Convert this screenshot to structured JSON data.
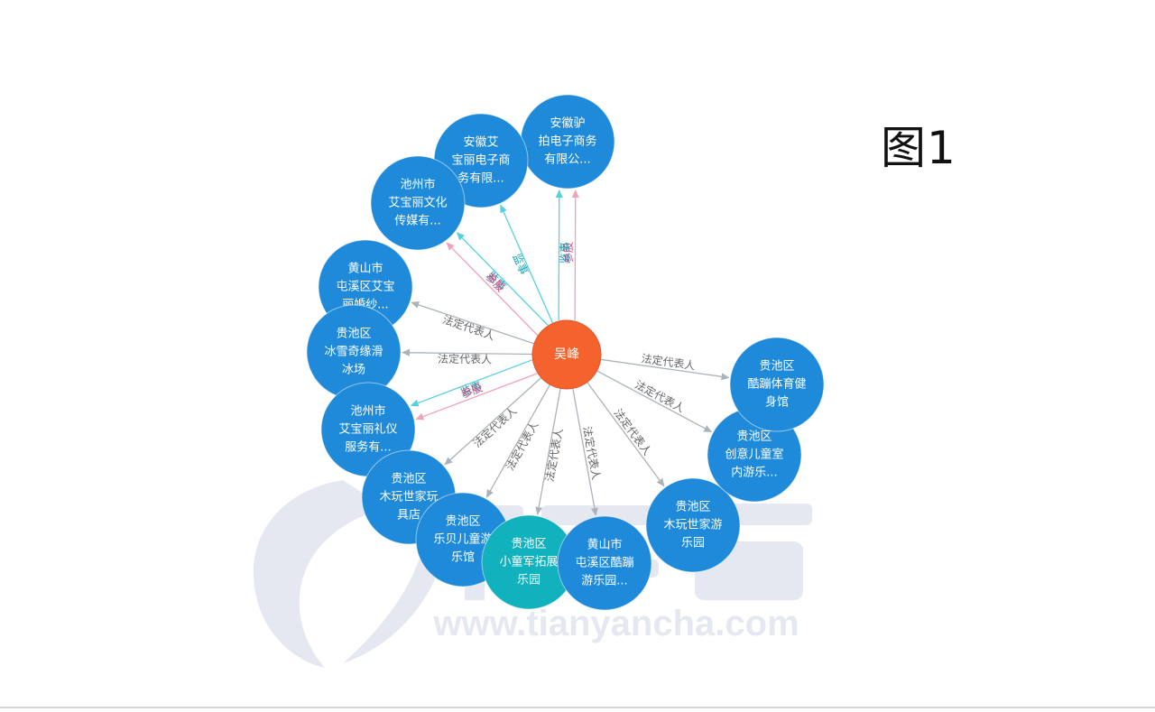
{
  "figure_label": "图1",
  "watermark": {
    "url": "www.tianyancha.com",
    "color": "#e6e8f1"
  },
  "colors": {
    "center": "#f4622d",
    "company": "#1e8ad9",
    "company_alt": "#12b1be",
    "line_legal": "#aab3ba",
    "line_supervisor": "#55d1e0",
    "line_shareholder": "#f0a3b6",
    "label_legal": "#666666",
    "label_supervisor": "#1ca6b8",
    "label_shareholder": "#d8487a"
  },
  "center": {
    "name": "吴峰"
  },
  "nodes": [
    {
      "id": "n1",
      "lines": [
        "安徽驴",
        "拍电子商务",
        "有限公..."
      ]
    },
    {
      "id": "n2",
      "lines": [
        "安徽艾",
        "宝丽电子商",
        "务有限..."
      ]
    },
    {
      "id": "n3",
      "lines": [
        "池州市",
        "艾宝丽文化",
        "传媒有..."
      ]
    },
    {
      "id": "n4",
      "lines": [
        "黄山市",
        "屯溪区艾宝",
        "丽婚纱..."
      ]
    },
    {
      "id": "n5",
      "lines": [
        "贵池区",
        "冰雪奇缘滑",
        "冰场"
      ]
    },
    {
      "id": "n6",
      "lines": [
        "池州市",
        "艾宝丽礼仪",
        "服务有..."
      ]
    },
    {
      "id": "n7",
      "lines": [
        "贵池区",
        "木玩世家玩",
        "具店"
      ]
    },
    {
      "id": "n8",
      "lines": [
        "贵池区",
        "乐贝儿童游",
        "乐馆"
      ]
    },
    {
      "id": "n9",
      "lines": [
        "贵池区",
        "小童军拓展",
        "乐园"
      ]
    },
    {
      "id": "n10",
      "lines": [
        "黄山市",
        "屯溪区酷蹦",
        "游乐园..."
      ]
    },
    {
      "id": "n11",
      "lines": [
        "贵池区",
        "木玩世家游",
        "乐园"
      ]
    },
    {
      "id": "n12",
      "lines": [
        "贵池区",
        "创意儿童室",
        "内游乐..."
      ]
    },
    {
      "id": "n13",
      "lines": [
        "贵池区",
        "酷蹦体育健",
        "身馆"
      ]
    }
  ],
  "edges": [
    {
      "to": "n1",
      "label": "参股",
      "kind": "shareholder"
    },
    {
      "to": "n1",
      "label": "监事",
      "kind": "supervisor"
    },
    {
      "to": "n2",
      "label": "监事",
      "kind": "supervisor"
    },
    {
      "to": "n3",
      "label": "监事",
      "kind": "supervisor"
    },
    {
      "to": "n3",
      "label": "参股",
      "kind": "shareholder"
    },
    {
      "to": "n4",
      "label": "法定代表人",
      "kind": "legal"
    },
    {
      "to": "n5",
      "label": "法定代表人",
      "kind": "legal"
    },
    {
      "to": "n6",
      "label": "监事",
      "kind": "supervisor"
    },
    {
      "to": "n6",
      "label": "参股",
      "kind": "shareholder"
    },
    {
      "to": "n7",
      "label": "法定代表人",
      "kind": "legal"
    },
    {
      "to": "n8",
      "label": "法定代表人",
      "kind": "legal"
    },
    {
      "to": "n9",
      "label": "法定代表人",
      "kind": "legal"
    },
    {
      "to": "n10",
      "label": "法定代表人",
      "kind": "legal"
    },
    {
      "to": "n11",
      "label": "法定代表人",
      "kind": "legal"
    },
    {
      "to": "n12",
      "label": "法定代表人",
      "kind": "legal"
    },
    {
      "to": "n13",
      "label": "法定代表人",
      "kind": "legal"
    }
  ]
}
